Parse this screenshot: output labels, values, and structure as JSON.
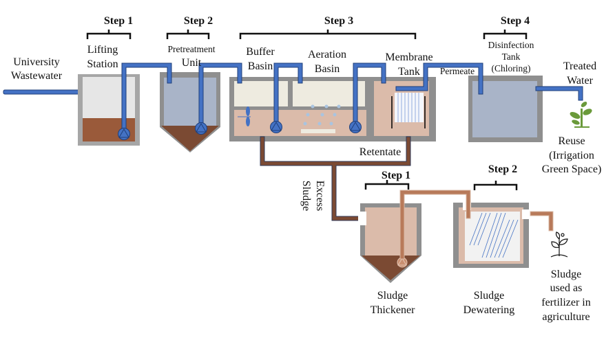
{
  "steps": {
    "main": [
      "Step 1",
      "Step 2",
      "Step 3",
      "Step 4"
    ],
    "sludge": [
      "Step 1",
      "Step 2"
    ]
  },
  "labels": {
    "source": [
      "University",
      "Wastewater"
    ],
    "lifting": [
      "Lifting",
      "Station"
    ],
    "pretreatment": [
      "Pretreatment",
      "Unit"
    ],
    "buffer": [
      "Buffer",
      "Basin"
    ],
    "aeration": [
      "Aeration",
      "Basin"
    ],
    "membrane": [
      "Membrane",
      "Tank"
    ],
    "permeate": "Permeate",
    "disinfection": [
      "Disinfection",
      "Tank",
      "(Chloring)"
    ],
    "treated": [
      "Treated",
      "Water"
    ],
    "reuse": [
      "Reuse",
      "(Irrigation",
      "Green Space)"
    ],
    "retentate": "Retentate",
    "excess_sludge": [
      "Excess",
      "Sludge"
    ],
    "thickener": [
      "Sludge",
      "Thickener"
    ],
    "dewatering": [
      "Sludge",
      "Dewatering"
    ],
    "fertilizer": [
      "Sludge",
      "used as",
      "fertilizer in",
      "agriculture"
    ]
  },
  "colors": {
    "water_pipe": "#4472c4",
    "sludge_pipe": "#7b4a33",
    "tank_wall": "#8f8f8f",
    "clean_water": "#a9b4c8",
    "sludge": "#7b4a33",
    "mixed_liquor": "#dbbbaa",
    "plant": "#6a9a3a"
  },
  "icons": [
    "screen-grid-icon",
    "pump-icon",
    "mixer-icon",
    "membrane-module-icon",
    "plant-icon",
    "seedling-outline-icon"
  ]
}
